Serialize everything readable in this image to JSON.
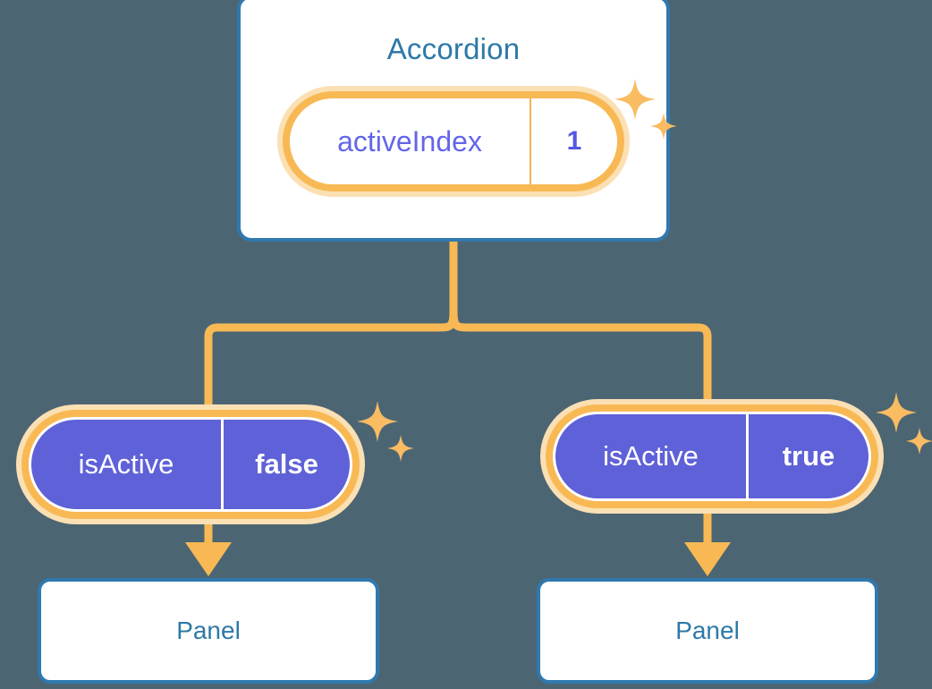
{
  "theme": {
    "background": "#4c6573",
    "card_border": "#3079ae",
    "card_fill": "#ffffff",
    "title_text": "#2d79a8",
    "wire": "#f8b954",
    "pill_halo": "#fbe0b4",
    "pill_ring": "#f8b954",
    "pill_blue_fill": "#5f61d8",
    "state_text": "#6366e8",
    "white_text": "#ffffff"
  },
  "diagram": {
    "type": "component-state-tree",
    "root": {
      "name": "accordion-card",
      "title": "Accordion",
      "state": {
        "key": "activeIndex",
        "value": "1",
        "style": "white-pill"
      },
      "sparkle_icon": "sparkle-icon"
    },
    "children": [
      {
        "name": "branch-left",
        "state": {
          "key": "isActive",
          "value": "false",
          "style": "blue-pill"
        },
        "sparkle_icon": "sparkle-icon",
        "arrow_icon": "arrow-down-icon",
        "panel": {
          "label": "Panel"
        }
      },
      {
        "name": "branch-right",
        "state": {
          "key": "isActive",
          "value": "true",
          "style": "blue-pill"
        },
        "sparkle_icon": "sparkle-icon",
        "arrow_icon": "arrow-down-icon",
        "panel": {
          "label": "Panel"
        }
      }
    ]
  }
}
